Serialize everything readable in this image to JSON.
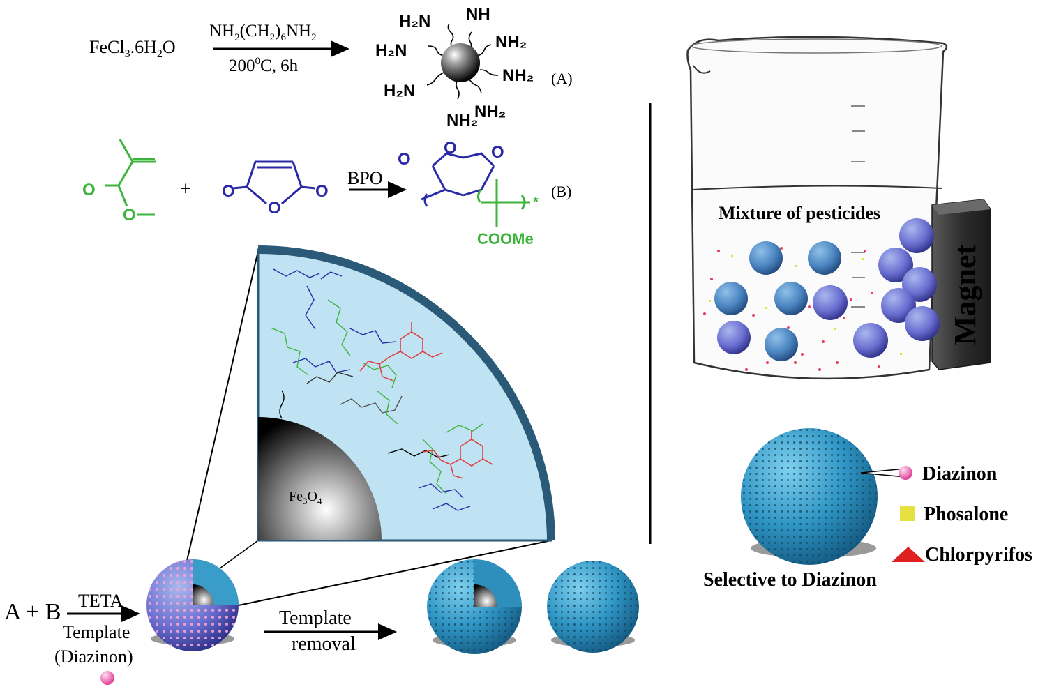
{
  "reaction_a": {
    "reactant": "FeCl",
    "reactant_sub1": "3",
    "reactant_mid": ".6H",
    "reactant_sub2": "2",
    "reactant_end": "O",
    "reagent_1": "NH",
    "reagent_sub1": "2",
    "reagent_2": "(CH",
    "reagent_sub2": "2",
    "reagent_3": ")",
    "reagent_sub3": "6",
    "reagent_4": "NH",
    "reagent_sub4": "2",
    "conditions_1": "200",
    "conditions_sup": "0",
    "conditions_2": "C, 6h",
    "amine_labels": [
      "H₂N",
      "NH",
      "NH₂",
      "H₂N",
      "NH₂",
      "H₂N",
      "NH₂",
      "NH₂"
    ],
    "product_label": "(A)"
  },
  "reaction_b": {
    "reagent": "BPO",
    "plus": "+",
    "product_substituent": "COOMe",
    "ester_o1": "O",
    "ester_o2": "O",
    "anhydride_o": [
      "O",
      "O",
      "O"
    ],
    "poly_o": [
      "O",
      "O",
      "O"
    ],
    "end_marker": "*",
    "product_label": "(B)"
  },
  "zoom_panel": {
    "core_label": "Fe",
    "core_sub1": "3",
    "core_mid": "O",
    "core_sub2": "4"
  },
  "synthesis": {
    "inputs": "A + B",
    "reagent": "TETA",
    "template_1": "Template",
    "template_2": "(Diazinon)",
    "step_1": "Template",
    "step_2": "removal"
  },
  "separation": {
    "mixture_label": "Mixture of pesticides",
    "magnet_label": "Magnet"
  },
  "legend": {
    "items": [
      {
        "label": "Diazinon",
        "color": "#f06ab0",
        "shape": "circle"
      },
      {
        "label": "Phosalone",
        "color": "#e6e040",
        "shape": "square"
      },
      {
        "label": "Chlorpyrifos",
        "color": "#e02020",
        "shape": "triangle"
      }
    ],
    "caption": "Selective to Diazinon"
  },
  "colors": {
    "green_monomer": "#3cb43c",
    "blue_monomer": "#2a2aa8",
    "nanoparticle_blue": "#3a9cc8",
    "zoom_fill": "#bfe3f2",
    "zoom_border": "#2b5a78",
    "template_red": "#e04040"
  }
}
